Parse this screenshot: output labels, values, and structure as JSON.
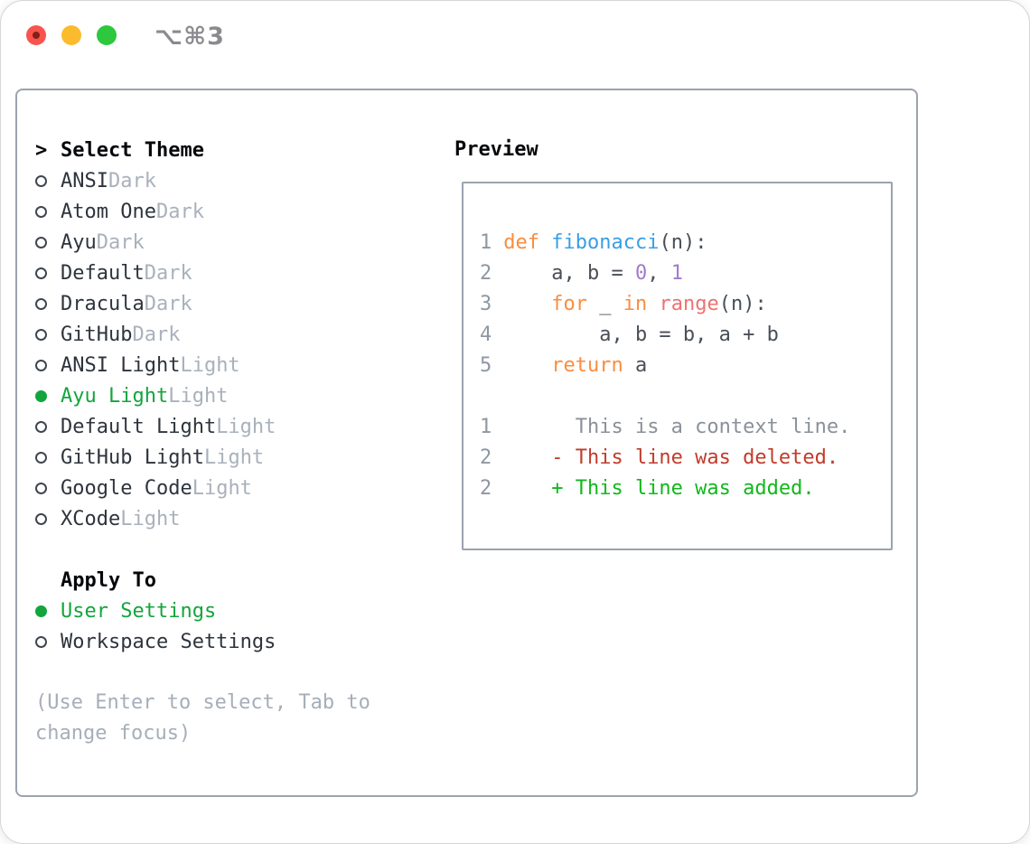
{
  "window": {
    "title": "⌥⌘3",
    "traffic_lights": [
      "close-button",
      "minimize-button",
      "zoom-button"
    ]
  },
  "theme_panel": {
    "header_prefix": ">",
    "header_label": "Select Theme",
    "themes": [
      {
        "name": "ANSI",
        "variant": "Dark",
        "selected": false
      },
      {
        "name": "Atom One",
        "variant": "Dark",
        "selected": false
      },
      {
        "name": "Ayu",
        "variant": "Dark",
        "selected": false
      },
      {
        "name": "Default",
        "variant": "Dark",
        "selected": false
      },
      {
        "name": "Dracula",
        "variant": "Dark",
        "selected": false
      },
      {
        "name": "GitHub",
        "variant": "Dark",
        "selected": false
      },
      {
        "name": "ANSI Light",
        "variant": "Light",
        "selected": false
      },
      {
        "name": "Ayu Light",
        "variant": "Light",
        "selected": true
      },
      {
        "name": "Default Light",
        "variant": "Light",
        "selected": false
      },
      {
        "name": "GitHub Light",
        "variant": "Light",
        "selected": false
      },
      {
        "name": "Google Code",
        "variant": "Light",
        "selected": false
      },
      {
        "name": "XCode",
        "variant": "Light",
        "selected": false
      }
    ],
    "apply_to": {
      "label": "Apply To",
      "options": [
        {
          "label": "User Settings",
          "selected": true
        },
        {
          "label": "Workspace Settings",
          "selected": false
        }
      ]
    },
    "help_text": "(Use Enter to select, Tab to change focus)"
  },
  "preview": {
    "label": "Preview",
    "code_lines": [
      {
        "num": "1",
        "segments": [
          {
            "text": "def",
            "color": "keyword"
          },
          {
            "text": " ",
            "color": "default"
          },
          {
            "text": "fibonacci",
            "color": "function"
          },
          {
            "text": "(n):",
            "color": "default"
          }
        ]
      },
      {
        "num": "2",
        "segments": [
          {
            "text": "    a, b = ",
            "color": "default"
          },
          {
            "text": "0",
            "color": "number"
          },
          {
            "text": ", ",
            "color": "default"
          },
          {
            "text": "1",
            "color": "number"
          }
        ]
      },
      {
        "num": "3",
        "segments": [
          {
            "text": "    ",
            "color": "default"
          },
          {
            "text": "for",
            "color": "keyword"
          },
          {
            "text": " _ ",
            "color": "default"
          },
          {
            "text": "in",
            "color": "keyword"
          },
          {
            "text": " ",
            "color": "default"
          },
          {
            "text": "range",
            "color": "call"
          },
          {
            "text": "(n):",
            "color": "default"
          }
        ]
      },
      {
        "num": "4",
        "segments": [
          {
            "text": "        a, b = b, a + b",
            "color": "default"
          }
        ]
      },
      {
        "num": "5",
        "segments": [
          {
            "text": "    ",
            "color": "default"
          },
          {
            "text": "return",
            "color": "keyword"
          },
          {
            "text": " a",
            "color": "default"
          }
        ]
      },
      {
        "num": "",
        "segments": []
      },
      {
        "num": "1",
        "segments": [
          {
            "text": "      This is a context line.",
            "color": "context"
          }
        ]
      },
      {
        "num": "2",
        "segments": [
          {
            "text": "    - This line was deleted.",
            "color": "deleted"
          }
        ]
      },
      {
        "num": "2",
        "segments": [
          {
            "text": "    + This line was added.",
            "color": "added"
          }
        ]
      }
    ]
  },
  "colors": {
    "titleText": "#8a8b8f",
    "trafficRed": "#f8544d",
    "trafficYellow": "#fcbb2d",
    "trafficGreen": "#2dc83d",
    "panelBorder": "#9aa3ae",
    "headerText": "#05070a",
    "itemText": "#2e343d",
    "variantText": "#a9b1bc",
    "selectedGreen": "#13a53c",
    "helpText": "#a6aeb9",
    "lineNumber": "#8e97a2",
    "codeDefault": "#494f58",
    "keywordOrange": "#fa8d3e",
    "functionBlue": "#399ee6",
    "numberPurple": "#a37acc",
    "callCoral": "#f07171",
    "contextGray": "#8a9199",
    "deletedRed": "#c23b2a",
    "addedGreen": "#11b71c"
  }
}
